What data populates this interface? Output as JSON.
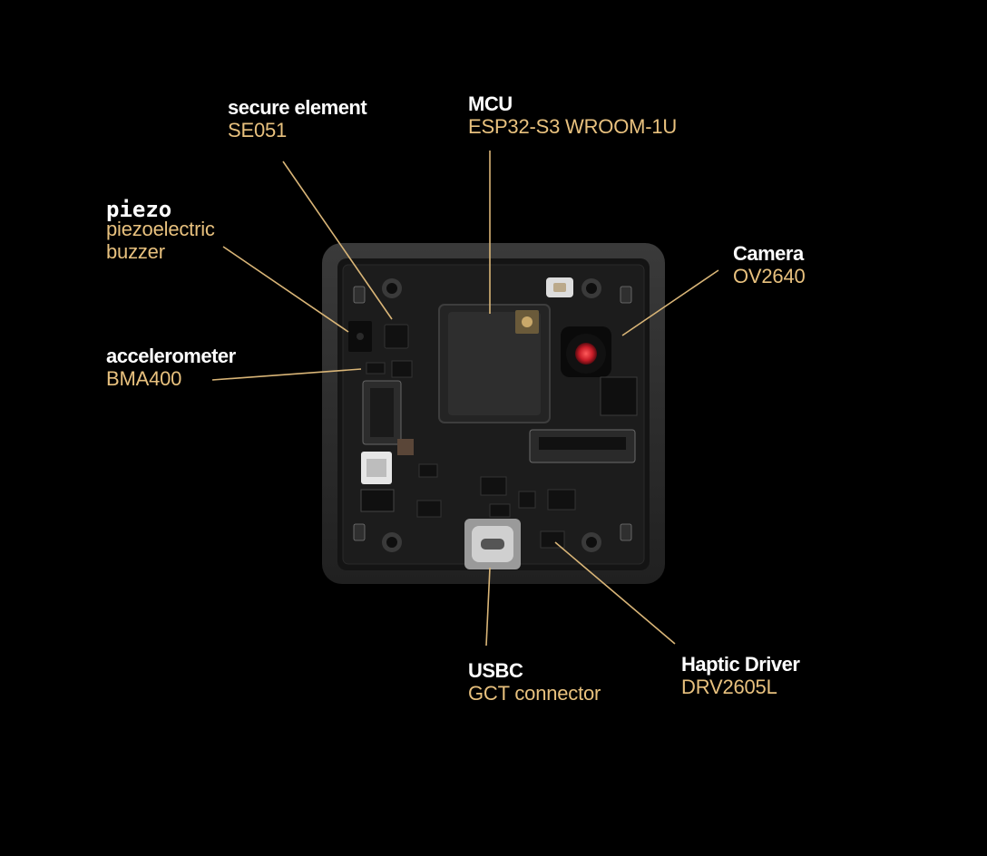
{
  "labels": {
    "secure_element": {
      "title": "secure element",
      "sub": "SE051"
    },
    "mcu": {
      "title": "MCU",
      "sub": "ESP32-S3 WROOM-1U"
    },
    "piezo": {
      "title": "piezo",
      "sub1": "piezoelectric",
      "sub2": "buzzer"
    },
    "camera": {
      "title": "Camera",
      "sub": "OV2640"
    },
    "accelerometer": {
      "title": "accelerometer",
      "sub": "BMA400"
    },
    "usbc": {
      "title": "USBC",
      "sub": "GCT connector"
    },
    "haptic": {
      "title": "Haptic Driver",
      "sub": "DRV2605L"
    }
  },
  "colors": {
    "background": "#000000",
    "title_text": "#ffffff",
    "sub_text": "#e8c17e",
    "leader_line": "#d9b577",
    "board": "#1a1a1a",
    "case": "#2b2b2b",
    "camera_lens": "#d21f2b"
  }
}
